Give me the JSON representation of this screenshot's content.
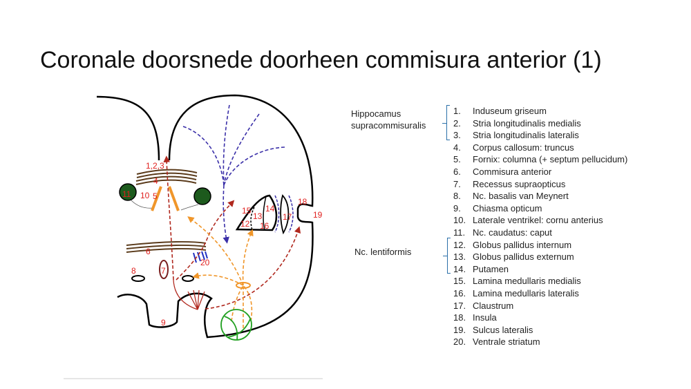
{
  "title": "Coronale doorsnede doorheen commisura anterior (1)",
  "diagram_labels": {
    "l123": "1,2,3",
    "l4": "4",
    "l5": "5",
    "l6": "6",
    "l7": "7",
    "l8": "8",
    "l9": "9",
    "l10": "10",
    "l11": "11",
    "l12": "12",
    "l13": "13",
    "l14": "14",
    "l15": "15",
    "l16": "16",
    "l17": "17",
    "l18": "18",
    "l19": "19",
    "l20": "20"
  },
  "groups": {
    "hippocampus": "Hippocamus supracommisuralis",
    "lentiformis": "Nc. lentiformis"
  },
  "legend": [
    {
      "num": "1.",
      "text": "Induseum griseum"
    },
    {
      "num": "2.",
      "text": "Stria longitudinalis medialis"
    },
    {
      "num": "3.",
      "text": "Stria longitudinalis lateralis"
    },
    {
      "num": "4.",
      "text": "Corpus callosum: truncus"
    },
    {
      "num": "5.",
      "text": "Fornix: columna (+ septum pellucidum)"
    },
    {
      "num": "6.",
      "text": "Commisura anterior"
    },
    {
      "num": "7.",
      "text": "Recessus supraopticus"
    },
    {
      "num": "8.",
      "text": "Nc. basalis van Meynert"
    },
    {
      "num": "9.",
      "text": "Chiasma opticum"
    },
    {
      "num": "10.",
      "text": "Laterale ventrikel: cornu anterius"
    },
    {
      "num": "11.",
      "text": "Nc. caudatus: caput"
    },
    {
      "num": "12.",
      "text": "Globus pallidus internum"
    },
    {
      "num": "13.",
      "text": "Globus pallidus externum"
    },
    {
      "num": "14.",
      "text": "Putamen"
    },
    {
      "num": "15.",
      "text": "Lamina medullaris medialis"
    },
    {
      "num": "16.",
      "text": "Lamina medullaris lateralis"
    },
    {
      "num": "17.",
      "text": "Claustrum"
    },
    {
      "num": "18.",
      "text": "Insula"
    },
    {
      "num": "19.",
      "text": "Sulcus lateralis"
    },
    {
      "num": "20.",
      "text": "Ventrale striatum"
    }
  ],
  "colors": {
    "label": "#e0201e",
    "bracket": "#2a6fa8",
    "caudate": "#1d5a1d",
    "fornix": "#f0962a",
    "blue_tract": "#3a2fa8",
    "red_tract": "#b0281e"
  }
}
